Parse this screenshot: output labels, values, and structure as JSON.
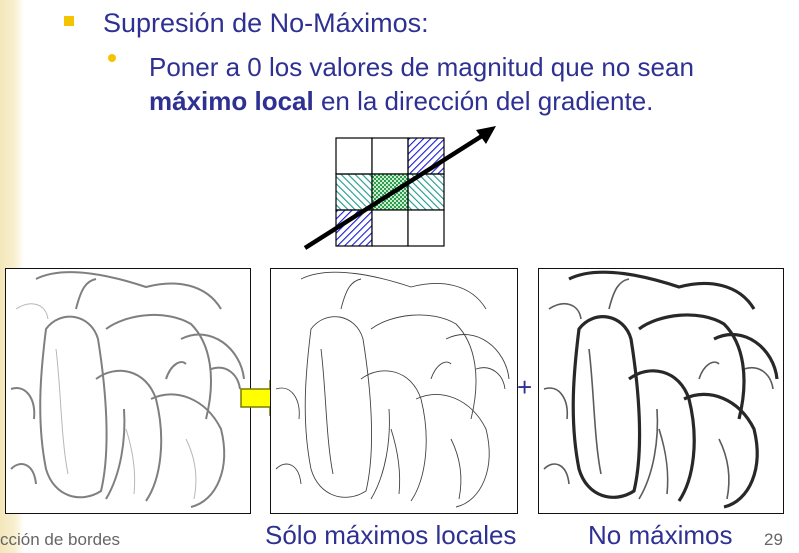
{
  "slide": {
    "heading": "Supresión de No-Máximos:",
    "sub_part1": "Poner a 0 los valores de magnitud que no sean",
    "sub_bold": "máximo local",
    "sub_part2": " en la dirección del gradiente.",
    "plus": "+",
    "caption_local": "Sólo máximos locales",
    "caption_nonmax": "No máximos",
    "footer": "cción de bordes",
    "page": "29"
  },
  "colors": {
    "text": "#2e3192",
    "bullet": "#f5c400",
    "arrow_fill": "#ffff00",
    "blue_hatch": "#1a1adb",
    "teal_hatch": "#1e9a8f",
    "green_center": "#2e9c4a"
  },
  "icons": {
    "bullet_level1": "square-bullet",
    "bullet_level2": "round-bullet",
    "gradient_arrow": "diagonal-arrow",
    "transition_arrow": "right-arrow"
  }
}
